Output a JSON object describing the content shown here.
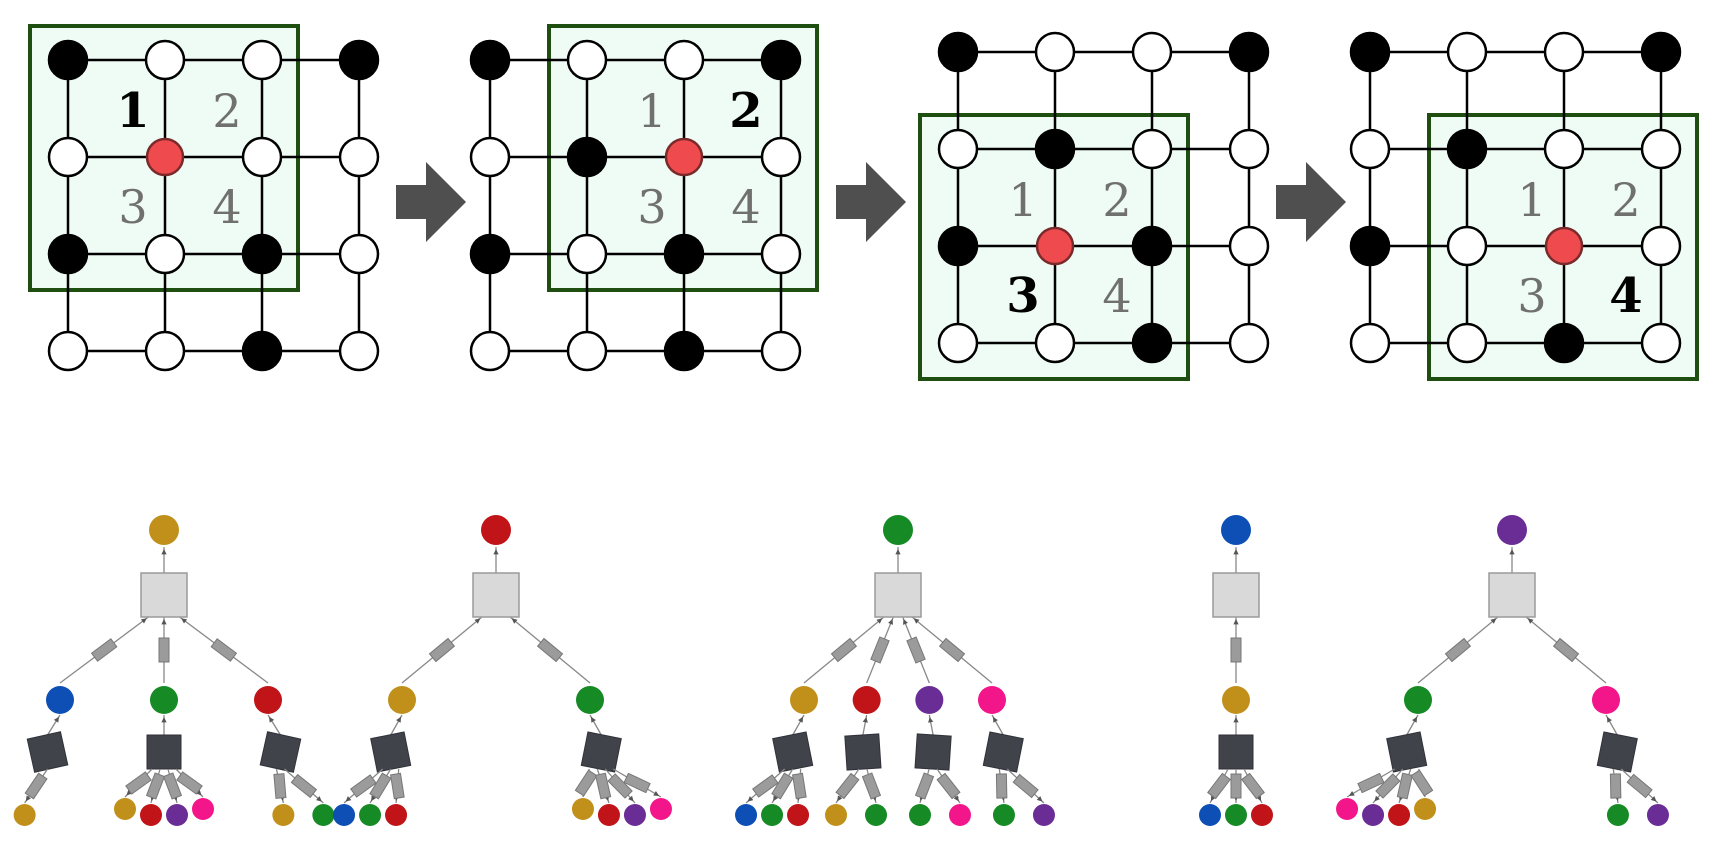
{
  "colors": {
    "window_fill": "#effbf5",
    "window_stroke": "#1f4f10",
    "center": "#ef4b4f",
    "black": "#000000",
    "white": "#ffffff",
    "arrow": "#4f4f4f",
    "factor_box": "#d9d9d9",
    "factor_box_stroke": "#9a9a9a",
    "dark_box": "#40434a",
    "tab": "#9b9b9b",
    "edge": "#888888"
  },
  "node_colors": {
    "gold": "#c1901b",
    "red": "#c01418",
    "green": "#168a24",
    "blue": "#0d4fb4",
    "purple": "#6a2c95",
    "pink": "#f3158a"
  },
  "grids": [
    {
      "labels": [
        "1",
        "2",
        "3",
        "4"
      ],
      "active_label": "1",
      "blacks": [
        [
          0,
          0
        ],
        [
          3,
          0
        ],
        [
          0,
          2
        ],
        [
          2,
          2
        ],
        [
          2,
          3
        ]
      ],
      "center": [
        1,
        1
      ],
      "window": "top-left"
    },
    {
      "labels": [
        "1",
        "2",
        "3",
        "4"
      ],
      "active_label": "2",
      "blacks": [
        [
          0,
          0
        ],
        [
          3,
          0
        ],
        [
          1,
          1
        ],
        [
          0,
          2
        ],
        [
          2,
          2
        ],
        [
          2,
          3
        ]
      ],
      "center": [
        2,
        1
      ],
      "window": "top-right"
    },
    {
      "labels": [
        "1",
        "2",
        "3",
        "4"
      ],
      "active_label": "3",
      "blacks": [
        [
          0,
          0
        ],
        [
          3,
          0
        ],
        [
          1,
          1
        ],
        [
          0,
          2
        ],
        [
          2,
          2
        ],
        [
          2,
          3
        ]
      ],
      "center": [
        1,
        2
      ],
      "window": "bottom-left"
    },
    {
      "labels": [
        "1",
        "2",
        "3",
        "4"
      ],
      "active_label": "4",
      "blacks": [
        [
          0,
          0
        ],
        [
          3,
          0
        ],
        [
          1,
          1
        ],
        [
          0,
          2
        ],
        [
          2,
          3
        ]
      ],
      "center": [
        2,
        2
      ],
      "window": "bottom-right"
    }
  ],
  "trees": [
    {
      "root": "gold",
      "groups": [
        {
          "node": "blue",
          "children": [
            "gold"
          ]
        },
        {
          "node": "green",
          "children": [
            "gold",
            "red",
            "purple",
            "pink"
          ]
        },
        {
          "node": "red",
          "children": [
            "gold",
            "green"
          ]
        }
      ]
    },
    {
      "root": "red",
      "groups": [
        {
          "node": "gold",
          "children": [
            "blue",
            "green",
            "red"
          ]
        },
        {
          "node": "green",
          "children": [
            "gold",
            "red",
            "purple",
            "pink"
          ]
        }
      ]
    },
    {
      "root": "green",
      "groups": [
        {
          "node": "gold",
          "children": [
            "blue",
            "green",
            "red"
          ]
        },
        {
          "node": "red",
          "children": [
            "gold",
            "green"
          ]
        },
        {
          "node": "purple",
          "children": [
            "green",
            "pink"
          ]
        },
        {
          "node": "pink",
          "children": [
            "green",
            "purple"
          ]
        }
      ]
    },
    {
      "root": "blue",
      "groups": [
        {
          "node": "gold",
          "children": [
            "blue",
            "green",
            "red"
          ]
        }
      ]
    },
    {
      "root": "purple",
      "groups": [
        {
          "node": "green",
          "children": [
            "pink",
            "purple",
            "red",
            "gold"
          ]
        },
        {
          "node": "pink",
          "children": [
            "green",
            "purple"
          ]
        }
      ]
    }
  ]
}
